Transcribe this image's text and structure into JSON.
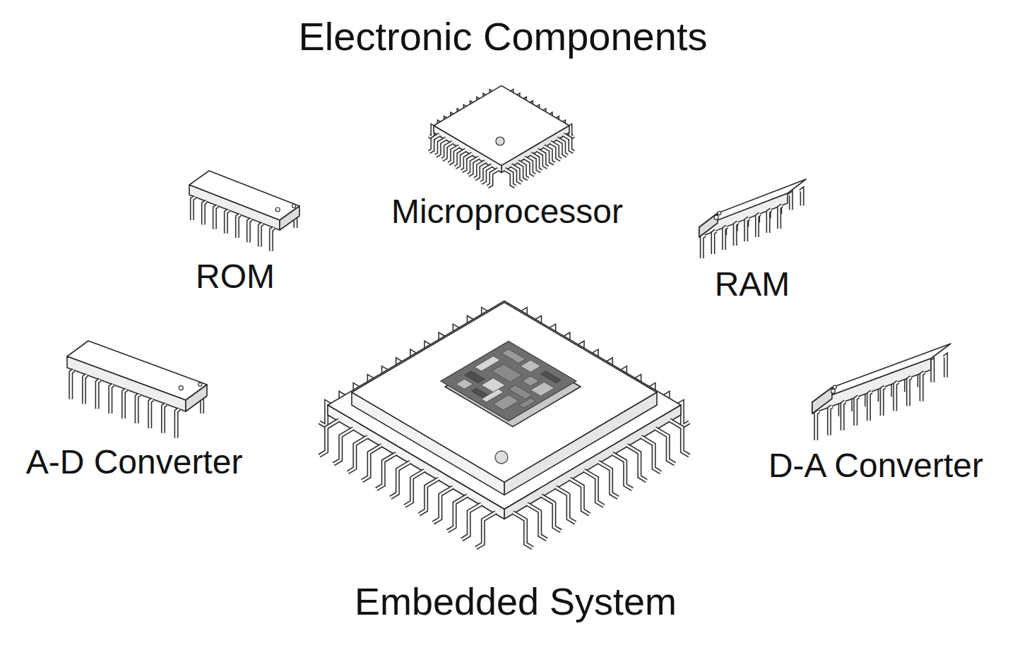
{
  "diagram": {
    "title": "Electronic Components",
    "labels": [
      "Microprocessor",
      "ROM",
      "RAM",
      "A-D Converter",
      "D-A Converter",
      "Embedded System"
    ]
  }
}
